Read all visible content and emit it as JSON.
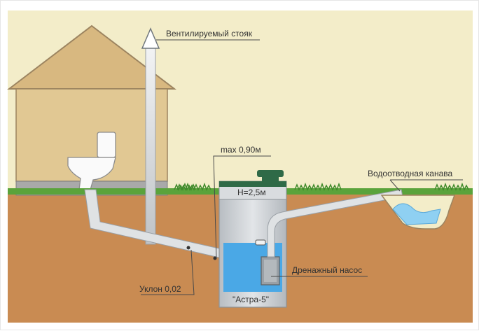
{
  "diagram": {
    "labels": {
      "vent_stack": "Вентилируемый стояк",
      "max_depth": "max 0,90м",
      "drain_ditch": "Водоотводная канава",
      "height": "H=2,5м",
      "drain_pump": "Дренажный насос",
      "slope": "Уклон 0,02",
      "unit_name": "\"Астра-5\""
    },
    "colors": {
      "sky": "#f3edc9",
      "soil": "#c98b52",
      "grass": "#4f9a34",
      "house_wall": "#dcc08a",
      "house_roof": "#cfa86f",
      "foundation": "#a5a5a5",
      "pipe": "#d6d8da",
      "water": "#4aa8e6",
      "tank_body": "#cfd3d6",
      "tank_lid": "#2f6a47",
      "ditch_water": "#8fd0f2"
    }
  }
}
